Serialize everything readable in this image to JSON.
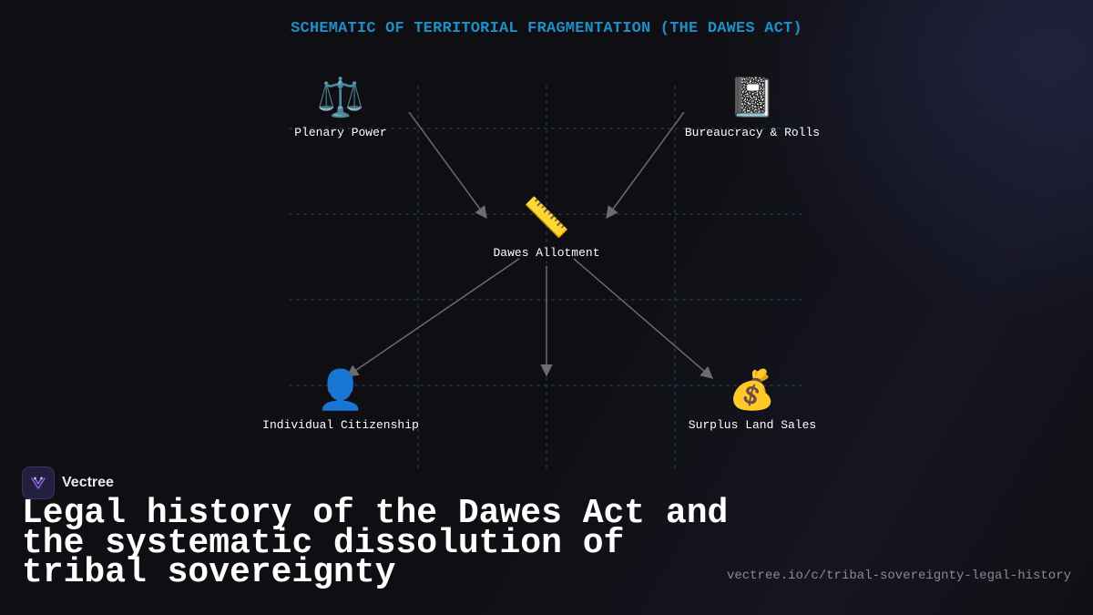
{
  "diagram": {
    "title": "SCHEMATIC OF TERRITORIAL FRAGMENTATION (THE DAWES ACT)",
    "nodes": [
      {
        "id": "plenary",
        "icon": "balance-scale-icon",
        "glyph": "⚖️",
        "label": "Plenary Power"
      },
      {
        "id": "bureaucracy",
        "icon": "notebook-icon",
        "glyph": "📓",
        "label": "Bureaucracy & Rolls"
      },
      {
        "id": "dawes",
        "icon": "ruler-icon",
        "glyph": "📏",
        "label": "Dawes Allotment"
      },
      {
        "id": "citizenship",
        "icon": "person-silhouette-icon",
        "glyph": "👤",
        "label": "Individual Citizenship"
      },
      {
        "id": "surplus",
        "icon": "money-bag-icon",
        "glyph": "💰",
        "label": "Surplus Land Sales"
      }
    ],
    "edges": [
      {
        "from": "plenary",
        "to": "dawes"
      },
      {
        "from": "bureaucracy",
        "to": "dawes"
      },
      {
        "from": "dawes",
        "to": "citizenship"
      },
      {
        "from": "dawes",
        "to": "unlabeled-bottom"
      },
      {
        "from": "dawes",
        "to": "surplus"
      }
    ],
    "colors": {
      "title": "#1e8fc6",
      "grid": "#1b4d66",
      "arrow": "#6b6b70"
    }
  },
  "brand": {
    "name": "Vectree",
    "logo_icon": "vectree-logo-icon",
    "accent": "#8b5cf6"
  },
  "headline": "Legal history of the Dawes Act and the systematic dissolution of tribal sovereignty",
  "url": "vectree.io/c/tribal-sovereignty-legal-history"
}
